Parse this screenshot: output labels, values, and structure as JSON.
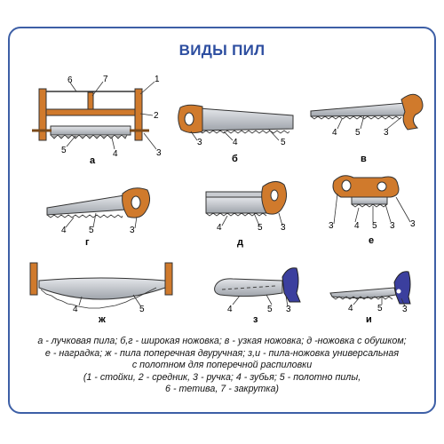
{
  "title": "ВИДЫ ПИЛ",
  "figures": {
    "a": {
      "letter": "а",
      "callouts": [
        "6",
        "7",
        "1",
        "2",
        "5",
        "4",
        "3"
      ]
    },
    "b": {
      "letter": "б",
      "callouts": [
        "3",
        "4",
        "5"
      ]
    },
    "v": {
      "letter": "в",
      "callouts": [
        "4",
        "5",
        "3"
      ]
    },
    "g": {
      "letter": "г",
      "callouts": [
        "4",
        "5",
        "3"
      ]
    },
    "d": {
      "letter": "д",
      "callouts": [
        "4",
        "5",
        "3"
      ]
    },
    "e": {
      "letter": "е",
      "callouts": [
        "3",
        "3",
        "4",
        "5",
        "3"
      ]
    },
    "zh": {
      "letter": "ж",
      "callouts": [
        "4",
        "5"
      ]
    },
    "z": {
      "letter": "з",
      "callouts": [
        "4",
        "5",
        "3"
      ]
    },
    "i": {
      "letter": "и",
      "callouts": [
        "4",
        "5",
        "3"
      ]
    }
  },
  "caption": {
    "line1": "а - лучковая пила; б,г - широкая ножовка; в - узкая ножовка; д -ножовка с обушком;",
    "line2": "е - наградка; ж - пила поперечная двуручная; з,и - пила-ножовка универсальная",
    "line3": "с полотном для поперечной распиловки",
    "line4": "(1 - стойки, 2 - средник, 3 - ручка; 4 - зубья; 5 - полотно пилы,",
    "line5": "6 - тетива, 7 - закрутка)"
  },
  "colors": {
    "frame": "#3d5fa6",
    "title": "#2d4ea0",
    "handle": "#d07a2c",
    "blade": "#c9ccd1",
    "knob": "#3b3f9e"
  }
}
